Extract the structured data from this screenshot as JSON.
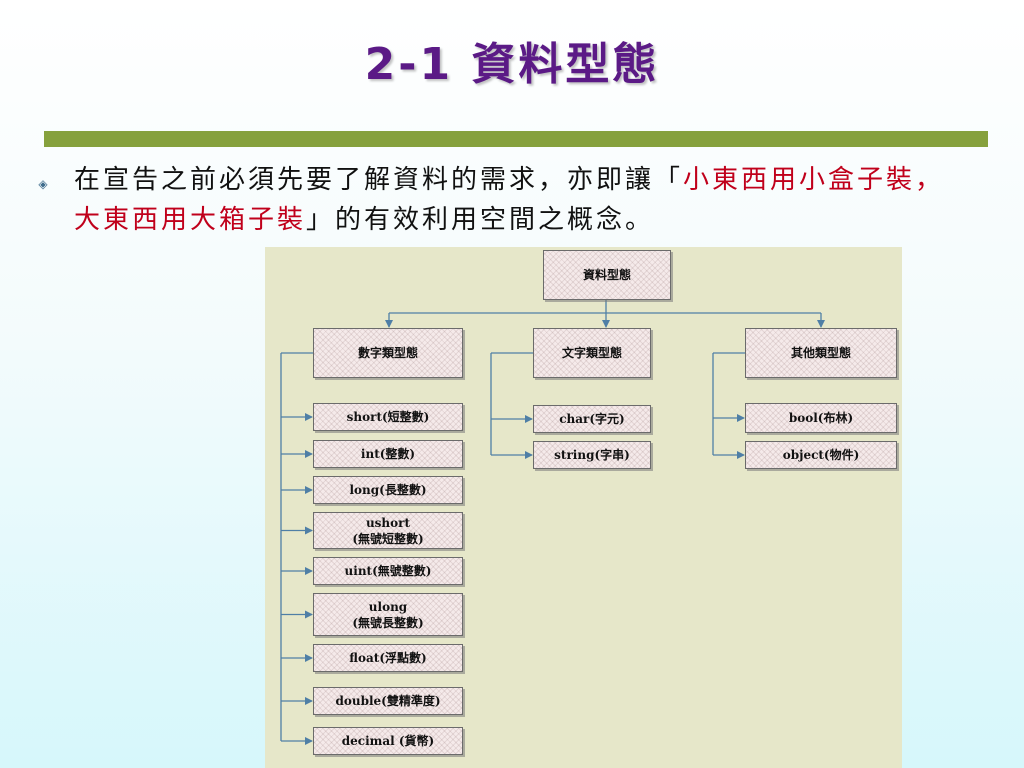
{
  "slide": {
    "title": "2-1 資料型態",
    "bullet": {
      "icon": "diamond-bullet-icon",
      "text_before": "在宣告之前必須先要了解資料的需求，亦即讓「",
      "text_red_1": "小東西用小盒子裝，",
      "text_red_2": "大東西用大箱子裝",
      "text_after": "」的有效利用空間之概念。"
    }
  },
  "diagram": {
    "root": "資料型態",
    "categories": [
      {
        "label": "數字類型態",
        "items": [
          "short(短整數)",
          "int(整數)",
          "long(長整數)",
          "ushort\n(無號短整數)",
          "uint(無號整數)",
          "ulong\n(無號長整數)",
          "float(浮點數)",
          "double(雙精準度)",
          "decimal (貨幣)"
        ]
      },
      {
        "label": "文字類型態",
        "items": [
          "char(字元)",
          "string(字串)"
        ]
      },
      {
        "label": "其他類型態",
        "items": [
          "bool(布林)",
          "object(物件)"
        ]
      }
    ]
  },
  "colors": {
    "title": "#5b1a86",
    "rule": "#86a13d",
    "highlight": "#c0001b",
    "connector": "#4f7fa6"
  }
}
